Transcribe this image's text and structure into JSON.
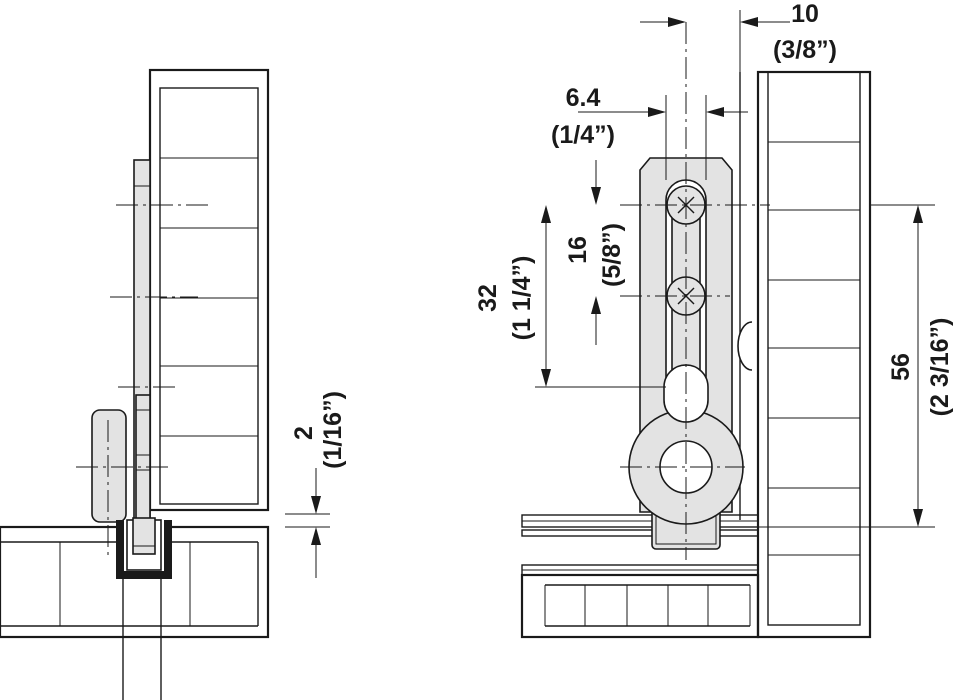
{
  "diagram": {
    "dimensions": {
      "top_width": {
        "metric": "10",
        "imperial": "(3/8”)"
      },
      "slot_width": {
        "metric": "6.4",
        "imperial": "(1/4”)"
      },
      "screw_spacing": {
        "metric": "16",
        "imperial": "(5/8”)"
      },
      "slot_length": {
        "metric": "32",
        "imperial": "(1 1/4”)"
      },
      "overall_height": {
        "metric": "56",
        "imperial": "(2 3/16”)"
      },
      "gap": {
        "metric": "2",
        "imperial": "(1/16”)"
      }
    },
    "colors": {
      "line": "#1a1a1a",
      "part_fill": "#e3e3e3",
      "background": "#ffffff"
    }
  }
}
